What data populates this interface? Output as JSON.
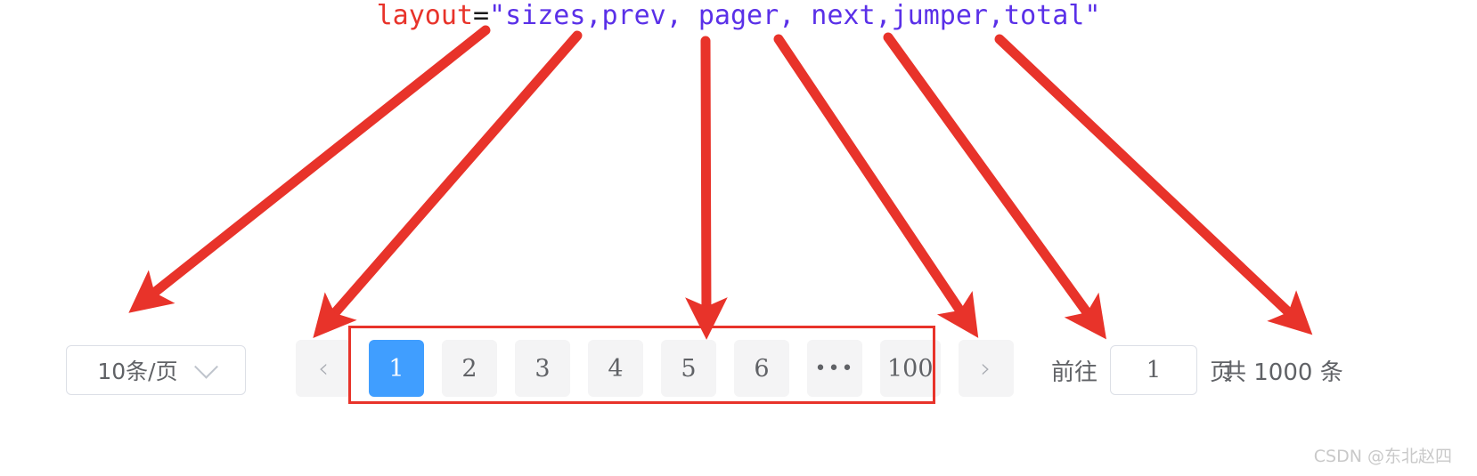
{
  "annotation": {
    "code_attr": "layout",
    "code_eq": "=",
    "code_value": "\"sizes,prev, pager, next,jumper,total\"",
    "arrow_color": "#e8332a",
    "targets": [
      "sizes",
      "prev",
      "pager",
      "next",
      "jumper",
      "total"
    ]
  },
  "pagination": {
    "sizes": {
      "selected": "10条/页",
      "caret_icon": "chevron-down-icon"
    },
    "prev": {
      "icon": "chevron-left-icon",
      "glyph": "‹"
    },
    "pages": [
      {
        "label": "1",
        "active": true
      },
      {
        "label": "2",
        "active": false
      },
      {
        "label": "3",
        "active": false
      },
      {
        "label": "4",
        "active": false
      },
      {
        "label": "5",
        "active": false
      },
      {
        "label": "6",
        "active": false
      },
      {
        "label": "•••",
        "active": false,
        "is_dots": true
      },
      {
        "label": "100",
        "active": false
      }
    ],
    "next": {
      "icon": "chevron-right-icon",
      "glyph": "›"
    },
    "jumper": {
      "prefix": "前往",
      "value": "1",
      "suffix": "页"
    },
    "total": "共 1000 条",
    "active_color": "#409eff",
    "button_bg": "#f4f4f5",
    "text_color": "#606266"
  },
  "watermark": "CSDN @东北赵四"
}
